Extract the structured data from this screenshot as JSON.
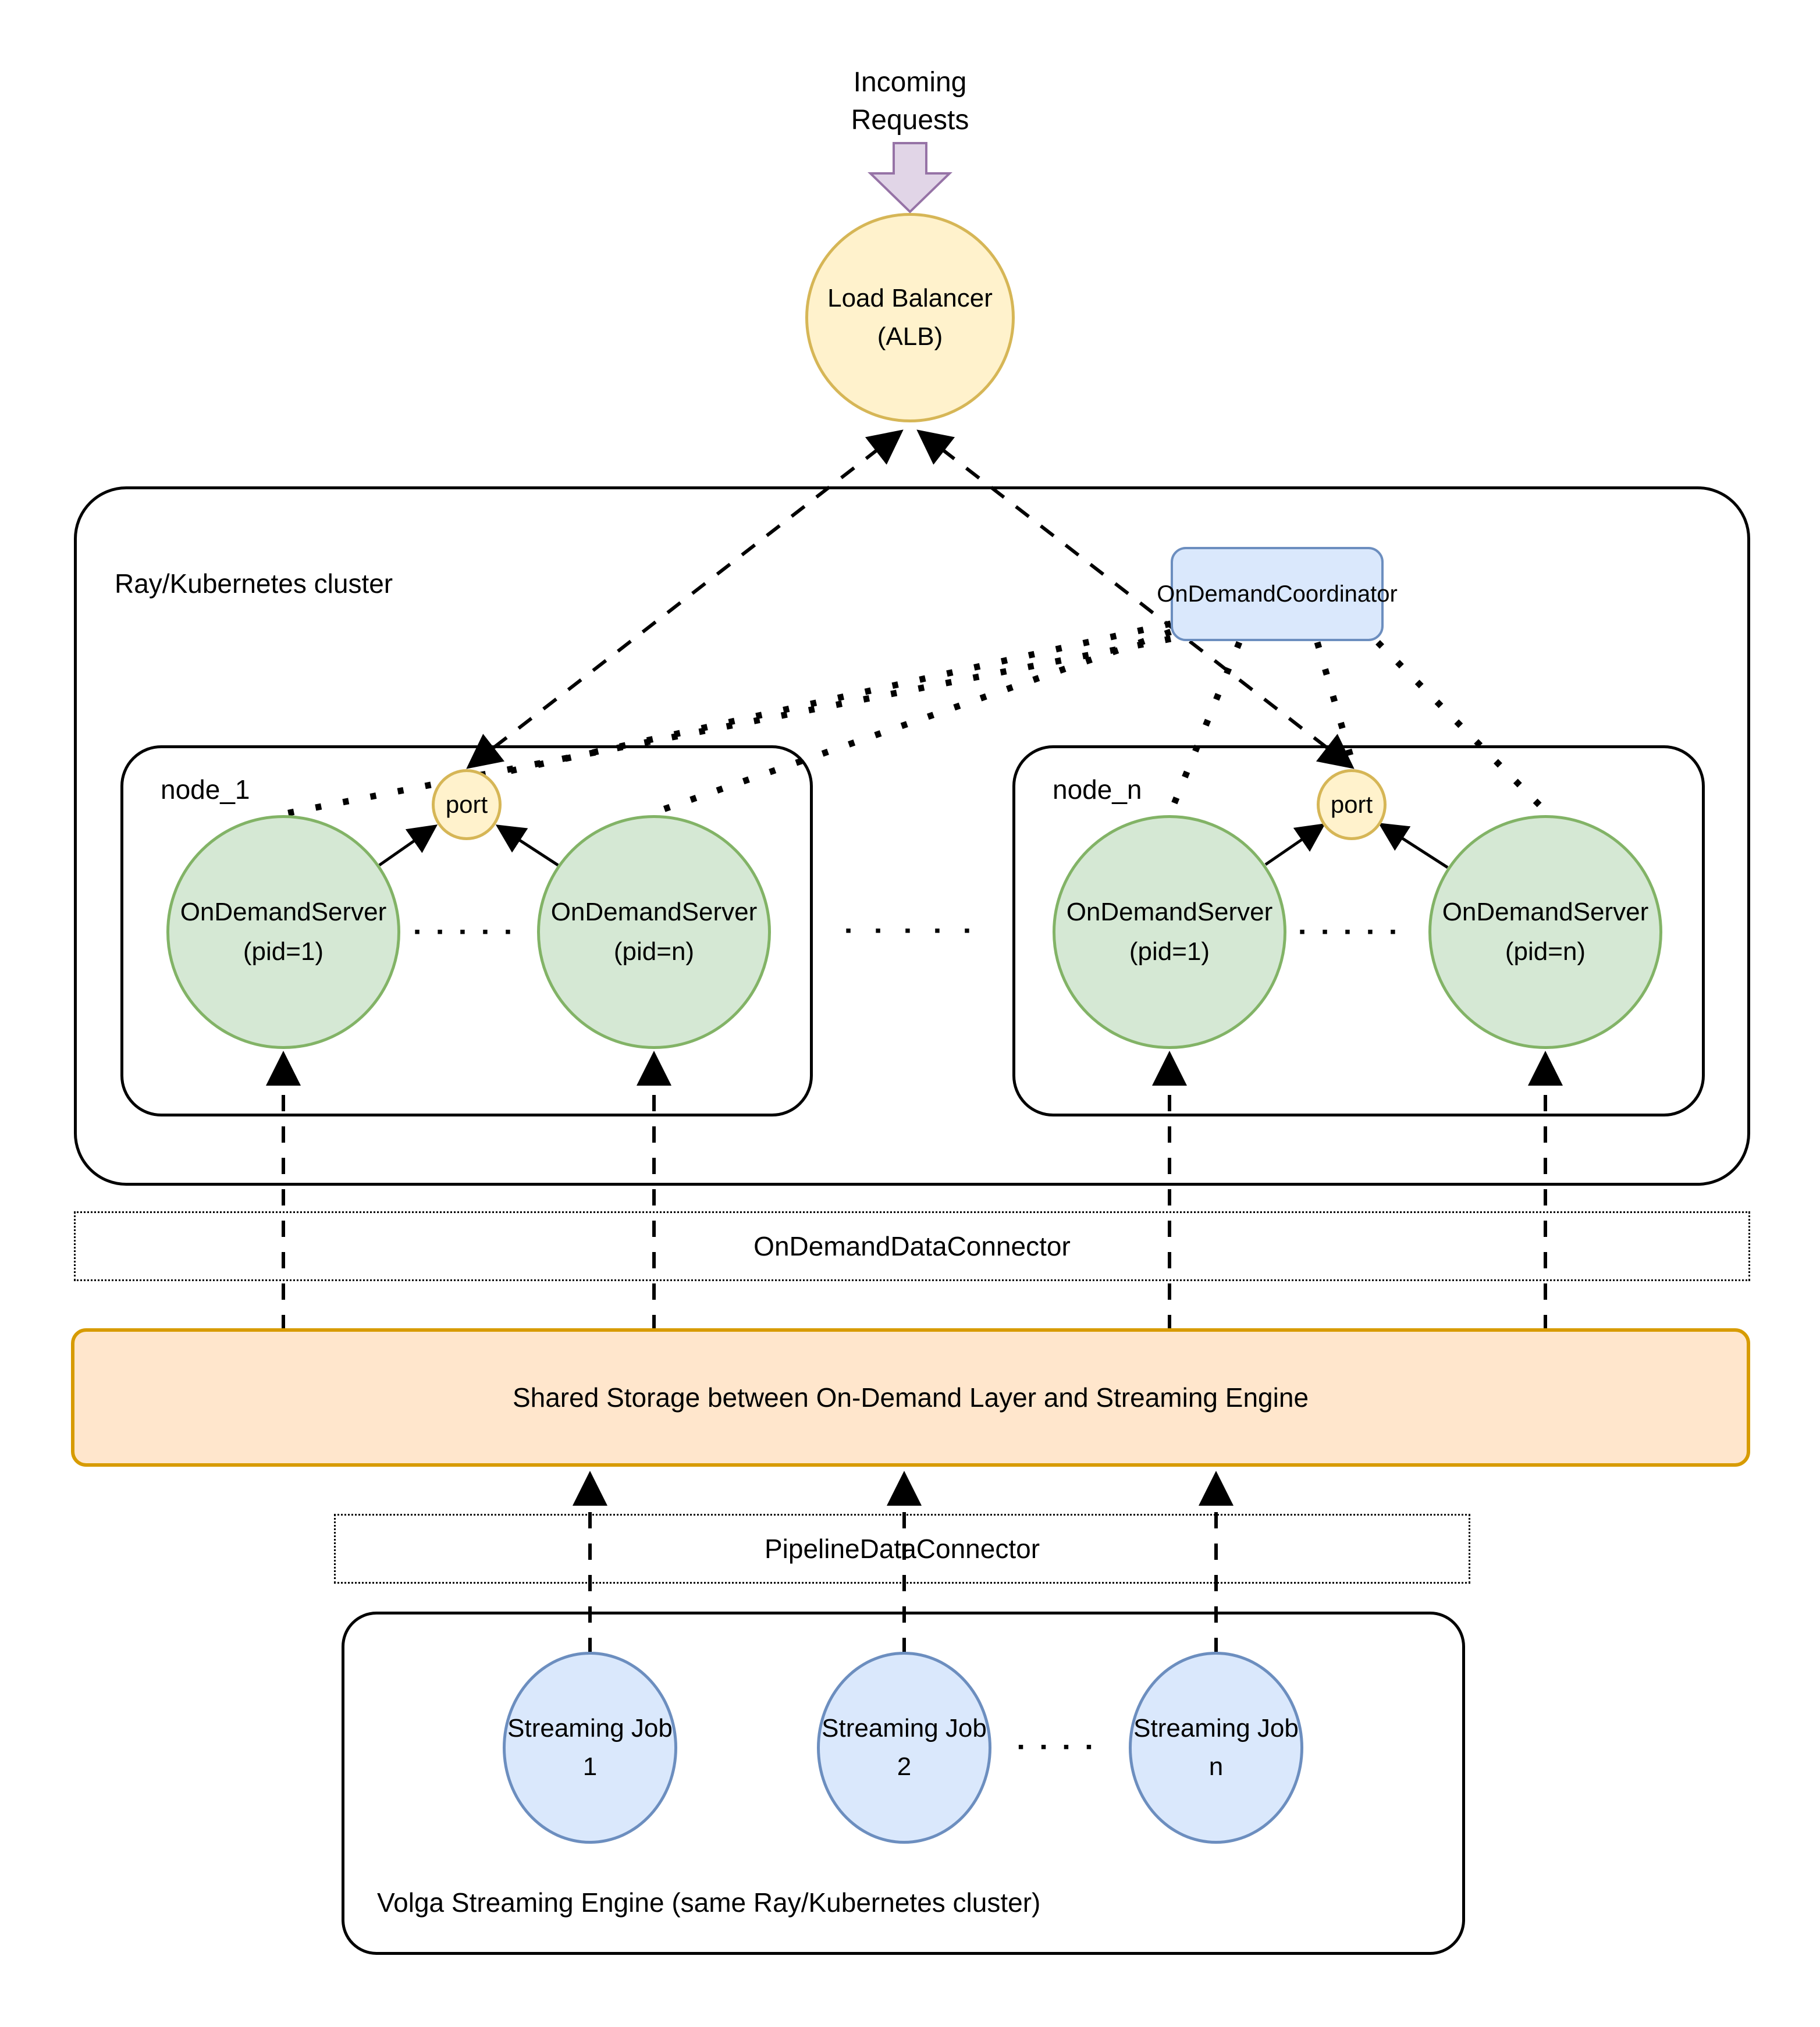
{
  "flow": {
    "incoming_label": "Incoming\nRequests"
  },
  "load_balancer": {
    "label": "Load Balancer\n(ALB)"
  },
  "cluster": {
    "label": "Ray/Kubernetes cluster",
    "coordinator_label": "OnDemandCoordinator",
    "nodes": [
      {
        "label": "node_1",
        "port_label": "port",
        "servers": [
          "OnDemandServer\n(pid=1)",
          "OnDemandServer\n(pid=n)"
        ],
        "ellipsis": "▪ ▪ ▪ ▪ ▪"
      },
      {
        "label": "node_n",
        "port_label": "port",
        "servers": [
          "OnDemandServer\n(pid=1)",
          "OnDemandServer\n(pid=n)"
        ],
        "ellipsis": "▪ ▪ ▪ ▪ ▪"
      }
    ],
    "nodes_gap_ellipsis": "▪ ▪ ▪ ▪ ▪"
  },
  "connectors": {
    "on_demand_data_connector": "OnDemandDataConnector",
    "pipeline_data_connector": "PipelineDataConnector"
  },
  "storage": {
    "label": "Shared Storage between On-Demand Layer and Streaming Engine"
  },
  "streaming_engine": {
    "label": "Volga Streaming Engine (same Ray/Kubernetes cluster)",
    "jobs": [
      "Streaming Job\n1",
      "Streaming Job\n2",
      "Streaming Job\nn"
    ],
    "jobs_ellipsis": "▪ ▪ ▪ ▪"
  },
  "colors": {
    "yellow_fill": "#fff2cc",
    "yellow_stroke": "#d6b656",
    "green_fill": "#d5e8d4",
    "green_stroke": "#82b366",
    "blue_fill": "#dae8fc",
    "blue_stroke": "#6c8ebf",
    "orange_fill": "#ffe6cc",
    "orange_stroke": "#d79b00",
    "purple_fill": "#e1d5e7",
    "purple_stroke": "#9673a6",
    "line": "#000000"
  }
}
